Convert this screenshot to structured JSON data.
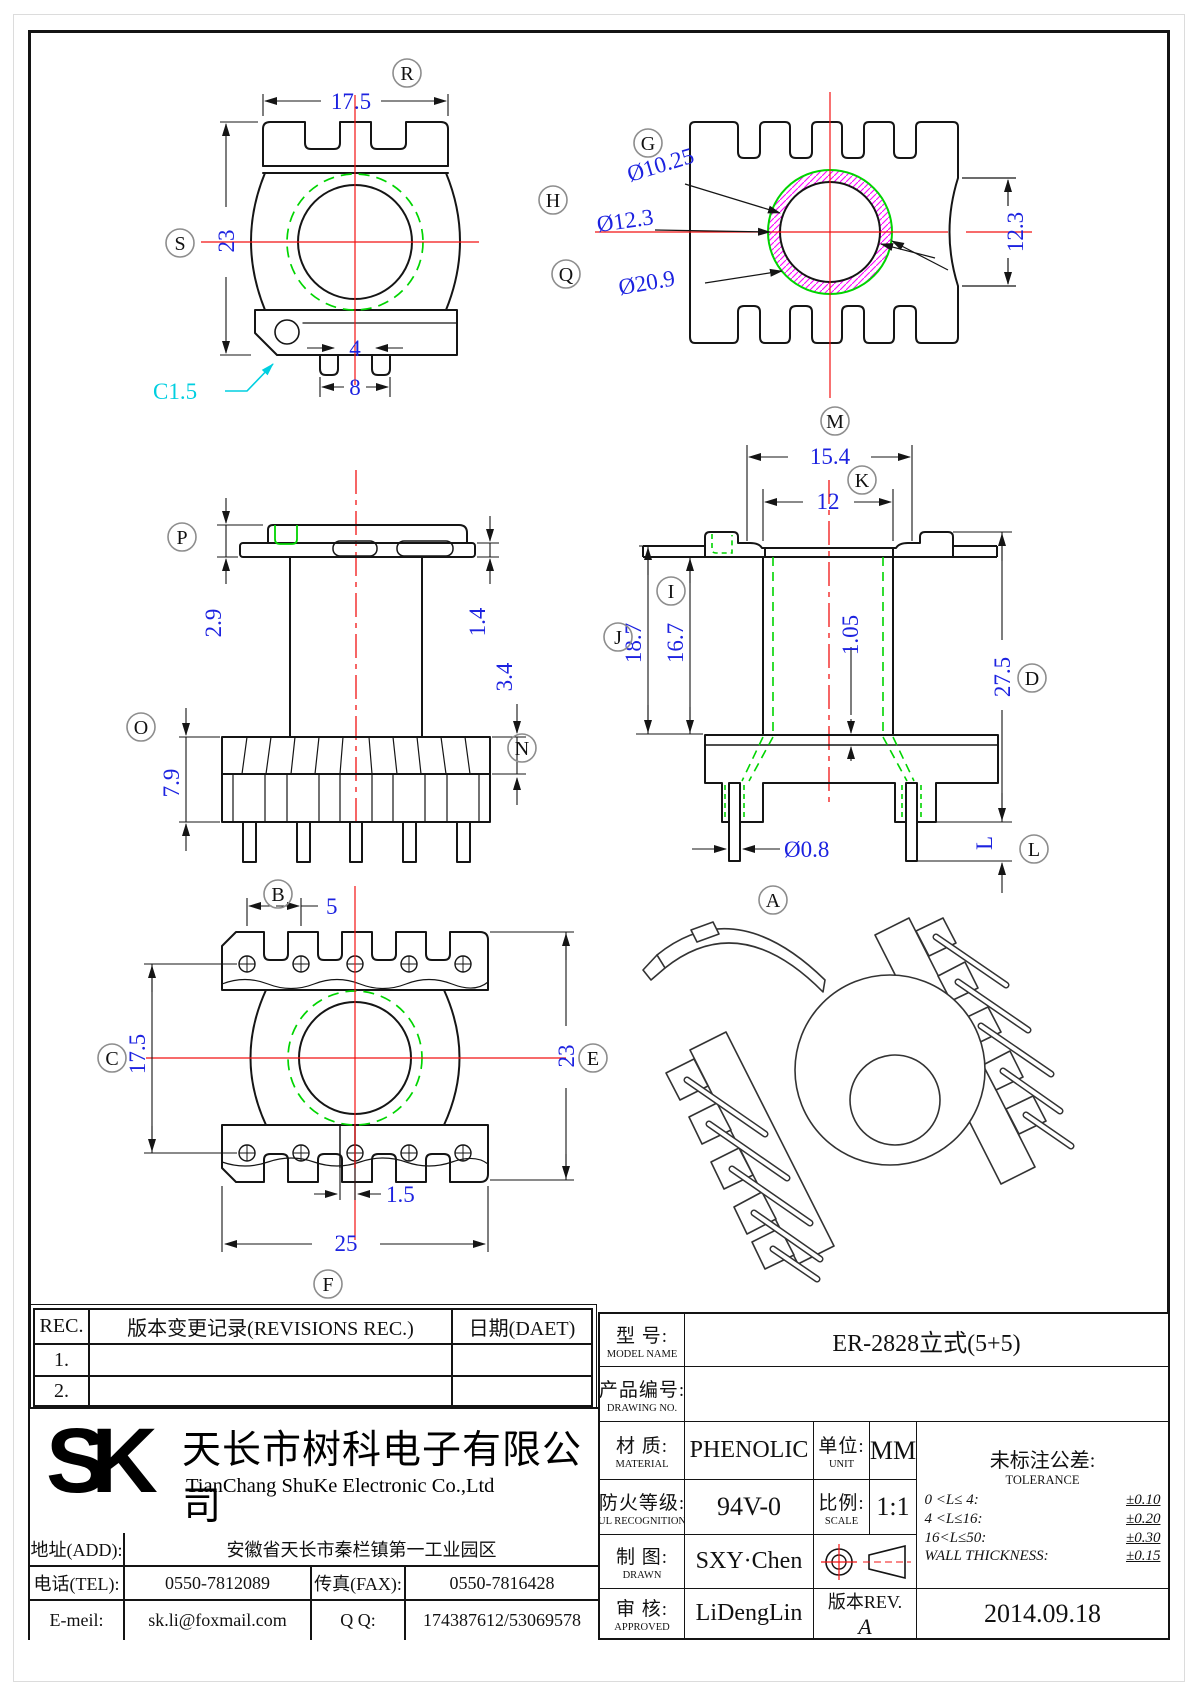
{
  "colors": {
    "dimension_text": "#1c22e0",
    "centerline": "#f21313",
    "coil_outline": "#00d400",
    "hatch": "#ff00ff",
    "chamfer_note": "#00cfe0",
    "drawing_line": "#151515"
  },
  "views": {
    "top": {
      "labels": {
        "r": "R",
        "s": "S"
      },
      "dims": {
        "width": "17.5",
        "height": "23",
        "slot_inner": "4",
        "slot_outer": "8",
        "chamfer": "C1.5"
      }
    },
    "core": {
      "labels": {
        "g": "G",
        "h": "H",
        "q": "Q"
      },
      "dims": {
        "inner": "Ø10.25",
        "mid": "Ø12.3",
        "outer": "Ø20.9",
        "height": "12.3"
      }
    },
    "front": {
      "labels": {
        "p": "P",
        "o": "O",
        "n": "N"
      },
      "dims": {
        "flange_t": "2.9",
        "lip_t": "1.4",
        "tier_h": "3.4",
        "base_h": "7.9"
      }
    },
    "side": {
      "labels": {
        "m": "M",
        "k": "K",
        "i": "I",
        "j": "J",
        "d": "D",
        "l": "L",
        "a": "A"
      },
      "dims": {
        "flange_w": "15.4",
        "window_w": "12",
        "h1": "18.7",
        "h2": "16.7",
        "wall": "1.05",
        "total_h": "27.5",
        "pin_d": "Ø0.8",
        "pin_len": "L"
      }
    },
    "bottom": {
      "labels": {
        "b": "B",
        "c": "C",
        "e": "E",
        "f": "F"
      },
      "dims": {
        "pitch": "5",
        "rows": "17.5",
        "depth": "23",
        "slot": "1.5",
        "width": "25"
      }
    }
  },
  "revisions": {
    "header_rec": "REC.",
    "header_desc": "版本变更记录(REVISIONS REC.)",
    "header_date": "日期(DAET)",
    "row1": "1.",
    "row2": "2."
  },
  "company": {
    "logo": "SK",
    "name_cn": "天长市树科电子有限公司",
    "name_en": "TianChang ShuKe Electronic Co.,Ltd",
    "addr_label": "地址(ADD):",
    "addr": "安徽省天长市秦栏镇第一工业园区",
    "tel_label": "电话(TEL):",
    "tel": "0550-7812089",
    "fax_label": "传真(FAX):",
    "fax": "0550-7816428",
    "email_label": "E-meil:",
    "email": "sk.li@foxmail.com",
    "qq_label": "Q Q:",
    "qq": "174387612/53069578"
  },
  "titleblock": {
    "model_label": "型  号:",
    "model_sub": "MODEL NAME",
    "model": "ER-2828立式(5+5)",
    "dno_label": "产品编号:",
    "dno_sub": "DRAWING NO.",
    "dno": "",
    "mat_label": "材  质:",
    "mat_sub": "MATERIAL",
    "material": "PHENOLIC",
    "unit_label": "单位:",
    "unit_sub": "UNIT",
    "unit": "MM",
    "fire_label": "防火等级:",
    "fire_sub": "UL RECOGNITION",
    "fire": "94V-0",
    "scale_label": "比例:",
    "scale_sub": "SCALE",
    "scale": "1:1",
    "drawn_label": "制  图:",
    "drawn_sub": "DRAWN",
    "drawn": "SXY·Chen",
    "appr_label": "审  核:",
    "appr_sub": "APPROVED",
    "approved": "LiDengLin",
    "rev_label": "版本REV.",
    "rev": "A",
    "date": "2014.09.18",
    "tol_title": "未标注公差:",
    "tol_sub": "TOLERANCE",
    "tol": [
      {
        "r": "0 <L≤ 4:",
        "v": "±0.10"
      },
      {
        "r": "4 <L≤16:",
        "v": "±0.20"
      },
      {
        "r": "16<L≤50:",
        "v": "±0.30"
      },
      {
        "r": "WALL THICKNESS:",
        "v": "±0.15"
      }
    ]
  }
}
